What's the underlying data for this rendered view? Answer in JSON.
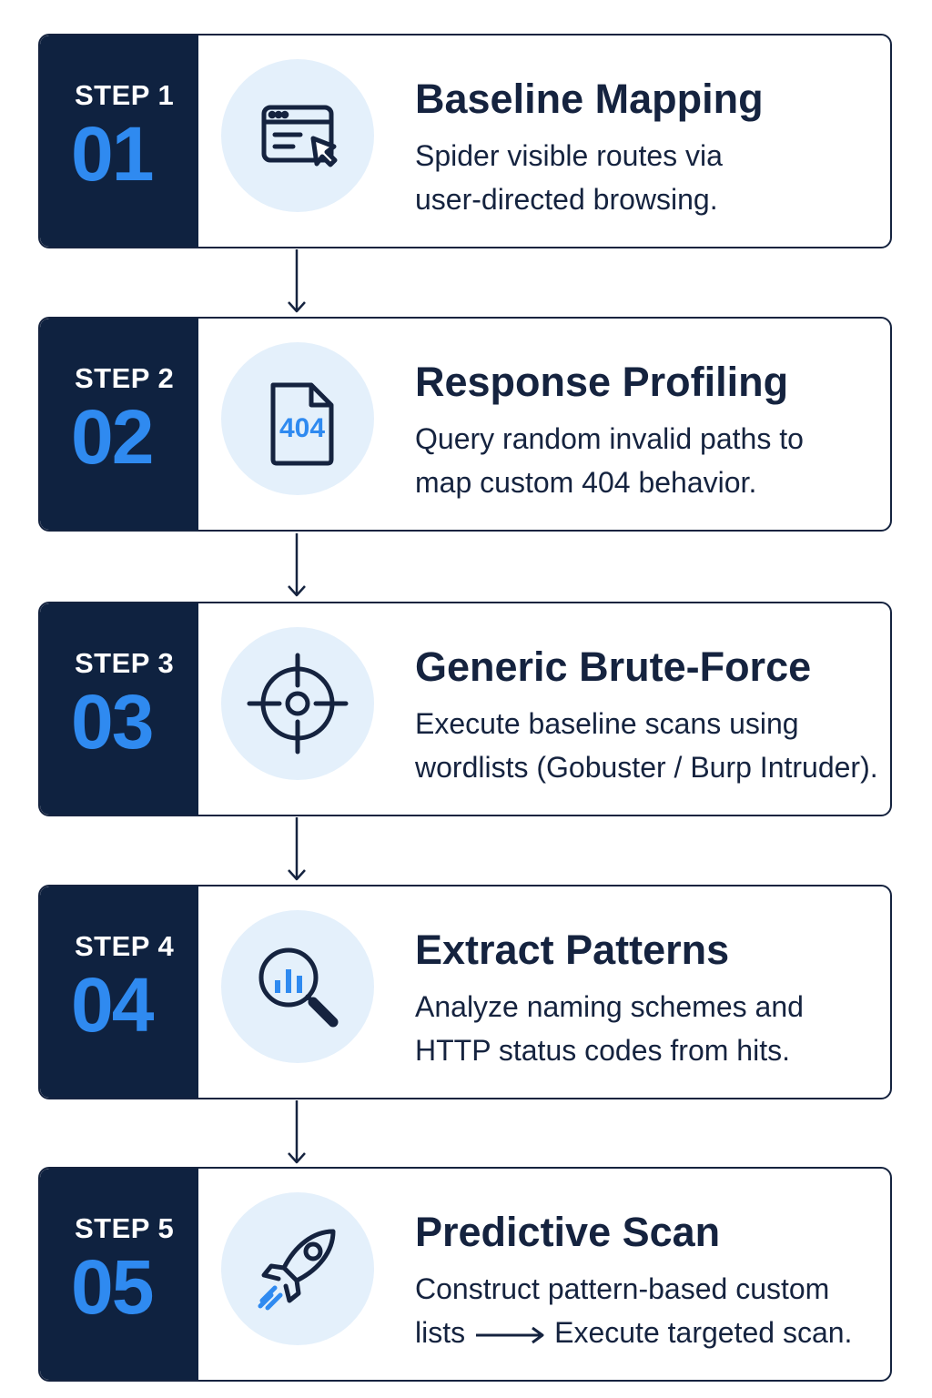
{
  "colors": {
    "navy": "#0f2240",
    "accent_blue": "#2f8af0",
    "icon_bg": "#e4f0fb",
    "text": "#15233f"
  },
  "steps": [
    {
      "label": "STEP 1",
      "number": "01",
      "icon": "browser-cursor-icon",
      "title": "Baseline Mapping",
      "desc": [
        "Spider visible routes via",
        "user-directed browsing."
      ]
    },
    {
      "label": "STEP 2",
      "number": "02",
      "icon": "404-document-icon",
      "icon_text": "404",
      "title": "Response Profiling",
      "desc": [
        "Query random invalid paths to",
        "map custom 404 behavior."
      ]
    },
    {
      "label": "STEP 3",
      "number": "03",
      "icon": "crosshair-target-icon",
      "title": "Generic Brute-Force",
      "desc": [
        "Execute baseline scans using",
        "wordlists (Gobuster / Burp Intruder)."
      ]
    },
    {
      "label": "STEP 4",
      "number": "04",
      "icon": "magnifier-chart-icon",
      "title": "Extract Patterns",
      "desc": [
        "Analyze naming schemes and",
        "HTTP status codes from hits."
      ]
    },
    {
      "label": "STEP 5",
      "number": "05",
      "icon": "rocket-icon",
      "title": "Predictive Scan",
      "desc_line1": "Construct pattern-based custom",
      "desc_line2_a": "lists",
      "desc_line2_b": "Execute targeted scan."
    }
  ]
}
